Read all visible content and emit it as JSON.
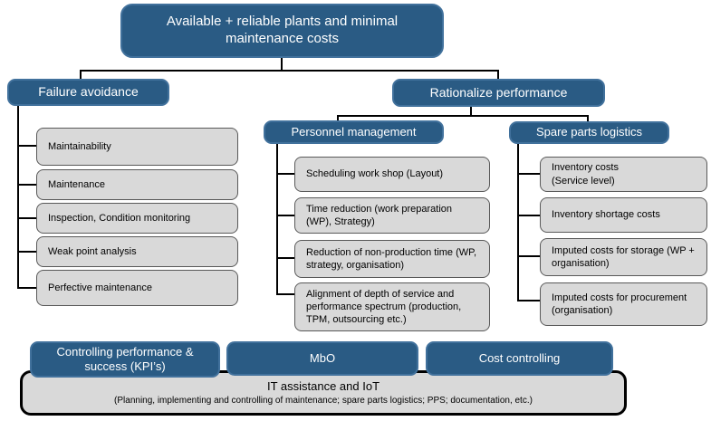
{
  "diagram": {
    "root_label": "Available + reliable plants and minimal maintenance costs",
    "failure": {
      "header": "Failure avoidance",
      "items": [
        "Maintainability",
        "Maintenance",
        "Inspection, Condition monitoring",
        "Weak point analysis",
        "Perfective maintenance"
      ]
    },
    "rationalize": {
      "header": "Rationalize performance",
      "personnel": {
        "header": "Personnel management",
        "items": [
          "Scheduling work shop (Layout)",
          "Time reduction (work preparation (WP), Strategy)",
          "Reduction of non-production time (WP, strategy, organisation)",
          "Alignment of depth of service and performance spectrum (production, TPM, outsourcing etc.)"
        ]
      },
      "spare_parts": {
        "header": "Spare parts logistics",
        "items": [
          "Inventory costs\n(Service level)",
          "Inventory shortage costs",
          "Imputed costs for storage  (WP + organisation)",
          "Imputed costs for procurement (organisation)"
        ]
      }
    },
    "bottom": {
      "controlling_label": "Controlling performance & success (KPI’s)",
      "mbo_label": "MbO",
      "cost_label": "Cost controlling",
      "it_title": "IT assistance and IoT",
      "it_subtitle": "(Planning, implementing and controlling of maintenance; spare parts logistics; PPS; documentation, etc.)"
    },
    "colors": {
      "node_blue": "#2a5b84",
      "node_blue_border": "#41719c",
      "leaf_gray": "#d9d9d9",
      "leaf_gray_border": "#595959",
      "line_black": "#000000"
    }
  }
}
